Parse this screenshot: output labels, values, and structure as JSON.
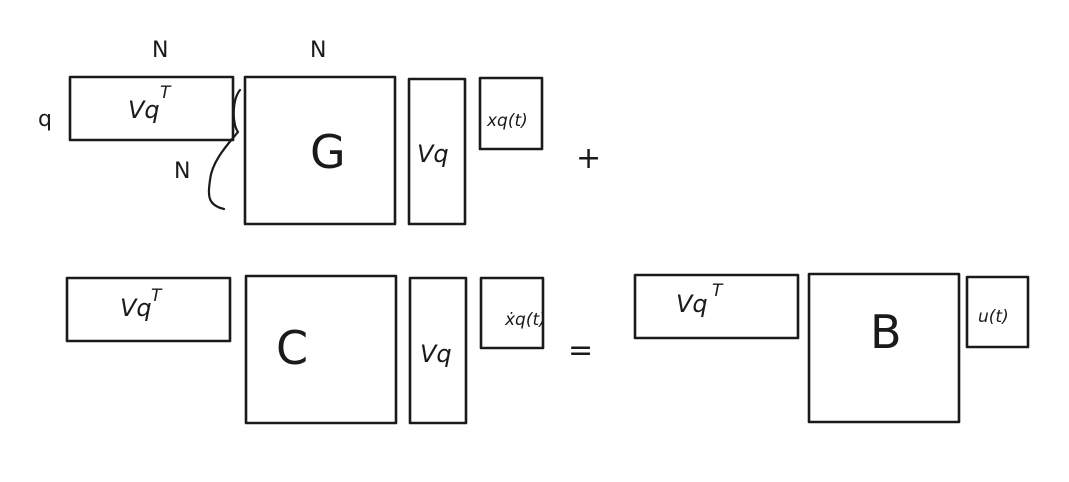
{
  "diagram": {
    "top_row": {
      "dim_labels": {
        "col_top_left": "N",
        "col_top_right": "N",
        "row_left": "q",
        "bracket": "N"
      },
      "vqT_label": "Vq",
      "vqT_sup": "T",
      "G_label": "G",
      "vq_label": "Vq",
      "x_label": "xq(t)",
      "plus": "+"
    },
    "bottom_row": {
      "vqT_label": "Vq",
      "vqT_sup": "T",
      "C_label": "C",
      "vq_label": "Vq",
      "xdot_label": "ẋq(t)",
      "equals": "=",
      "vqT2_label": "Vq",
      "vqT2_sup": "T",
      "B_label": "B",
      "u_label": "u(t)"
    }
  }
}
